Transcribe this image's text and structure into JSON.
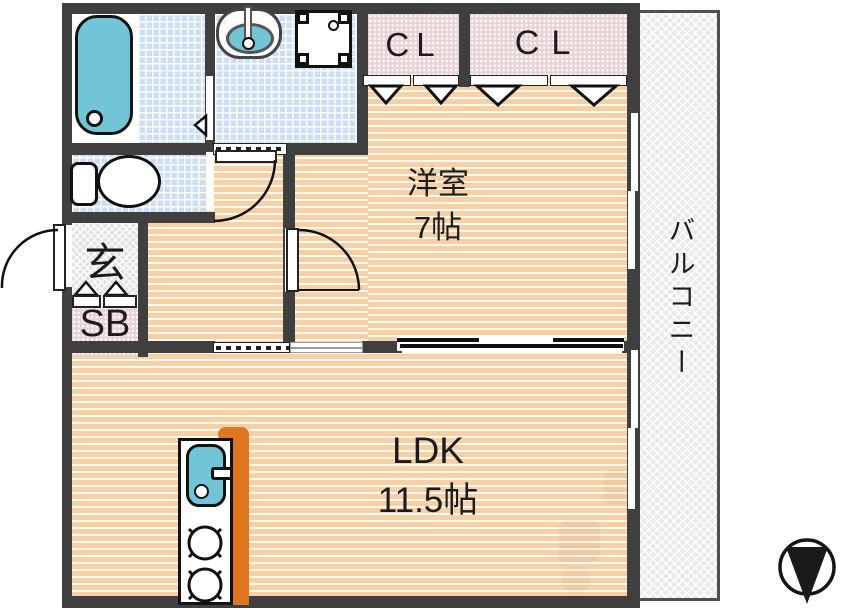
{
  "rooms": {
    "ldk": {
      "label": "LDK",
      "size": "11.5帖"
    },
    "western_room": {
      "label": "洋室",
      "size": "7帖"
    },
    "balcony": {
      "label": "バルコニー"
    },
    "entrance": {
      "label": "玄"
    },
    "shoe_box": {
      "label": "SB"
    },
    "closet_left": {
      "label": "CL"
    },
    "closet_right": {
      "label": "CL"
    }
  },
  "fixtures": {
    "bathtub": "bathtub",
    "washbasin": "washbasin",
    "washing_machine_pan": "washing-machine-pan",
    "toilet": "toilet",
    "kitchen_sink": "kitchen-sink",
    "gas_stove": "gas-stove",
    "compass": "north-arrow-down"
  },
  "colors": {
    "wall": "#3f3f3f",
    "floor_orange": "#f9d0a3",
    "tile_blue": "#cdddf4",
    "fixture_cyan": "#72c5d6",
    "closet_pink": "#e9d3d6",
    "balcony_gray": "#e9e9e9",
    "genkan_gray": "#e2e2e2",
    "counter_orange": "#e0761f"
  }
}
